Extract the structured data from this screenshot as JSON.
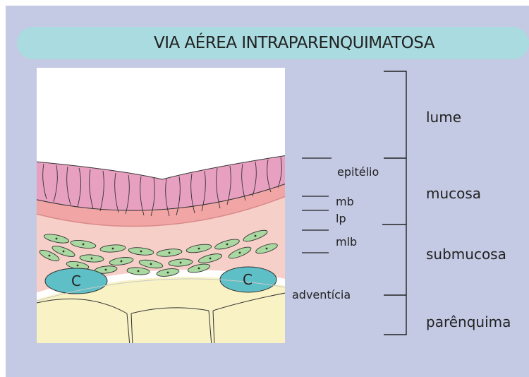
{
  "title": "VIA AÉREA INTRAPARENQUIMATOSA",
  "labels": {
    "epitelio": "epitélio",
    "mb": "mb",
    "lp": "lp",
    "mlb": "mlb",
    "adventicia": "adventícia",
    "cartilage_1": "C",
    "cartilage_2": "C"
  },
  "regions": {
    "lume": "lume",
    "mucosa": "mucosa",
    "submucosa": "submucosa",
    "parenquima": "parênquima"
  },
  "colors": {
    "background": "#c4c9e4",
    "banner": "#a9dbe0",
    "epithelium": "#e8a0c0",
    "lamina_propria": "#f4b4b4",
    "submucosa": "#f7cfc9",
    "smooth_muscle": "#a9d8a0",
    "cartilage": "#5fbfc6",
    "parenchyma": "#f8f2c4"
  }
}
